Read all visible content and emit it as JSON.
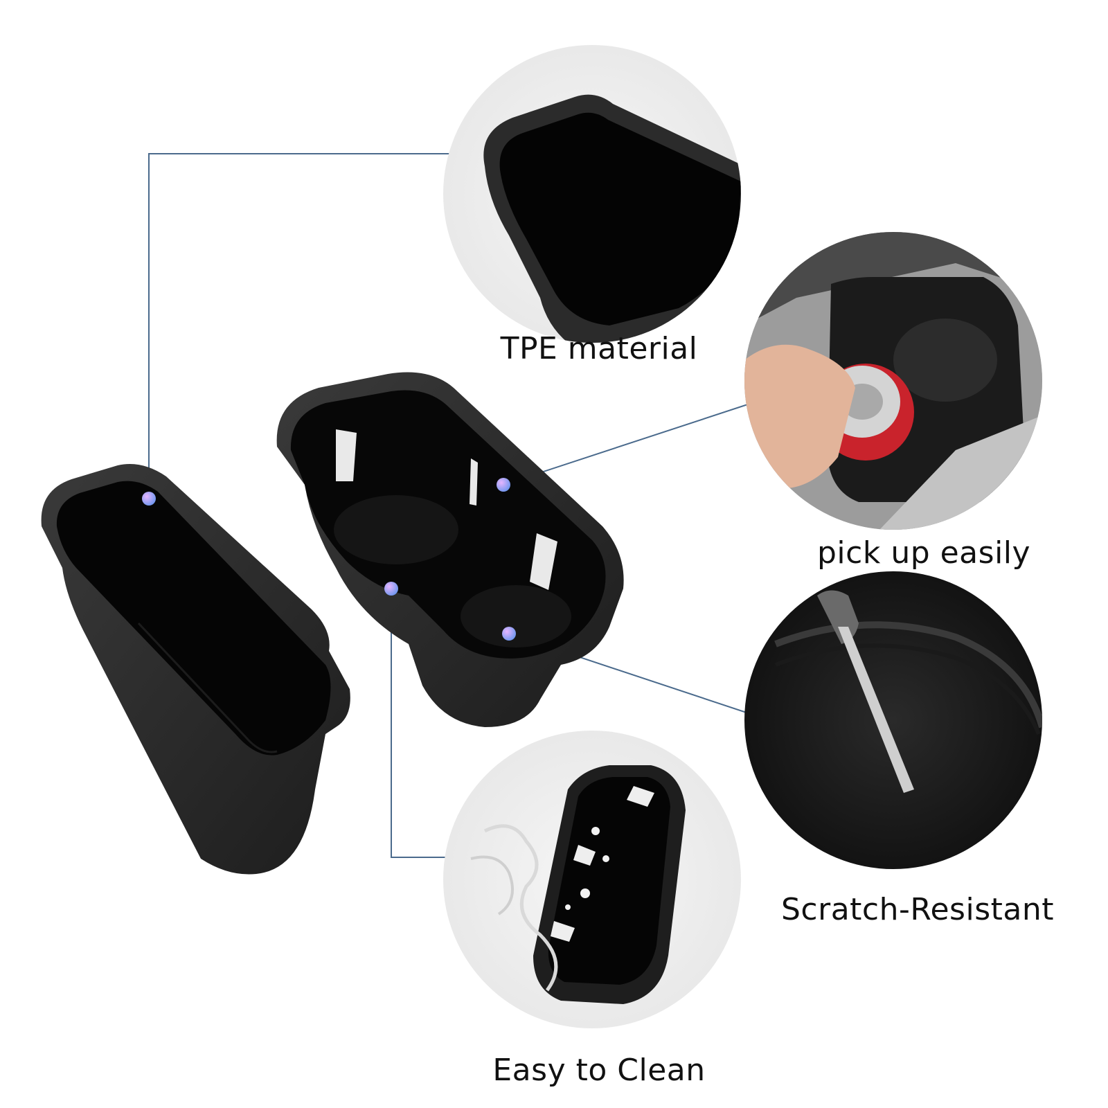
{
  "colors": {
    "background": "#ffffff",
    "product": "#1a1a1a",
    "rim": "#3a3a3a",
    "connector_line": "#4a6a8c",
    "dot_gradient": [
      "#d7a9f5",
      "#7fa2f2"
    ]
  },
  "features": [
    {
      "id": "tpe",
      "caption": "TPE material"
    },
    {
      "id": "pick",
      "caption": "pick up easily"
    },
    {
      "id": "scratch",
      "caption": "Scratch-Resistant"
    },
    {
      "id": "clean",
      "caption": "Easy to Clean"
    }
  ]
}
